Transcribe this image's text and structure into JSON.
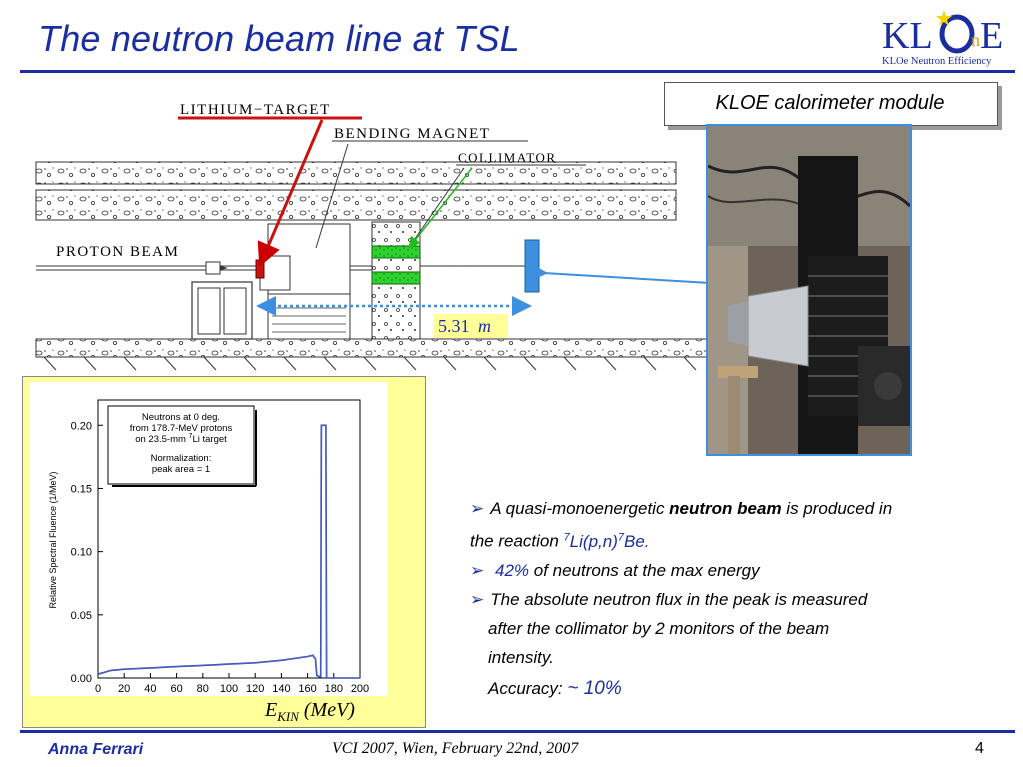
{
  "slide": {
    "title": "The neutron beam line at TSL",
    "page_number": "4",
    "footer_author": "Anna Ferrari",
    "footer_conference": "VCI 2007, Wien, February 22nd, 2007",
    "accent_color": "#1a2ea0"
  },
  "logo": {
    "text_kl": "KL",
    "text_e": "E",
    "text_n": "n",
    "subtitle": "KLOe Neutron Efficiency"
  },
  "schematic": {
    "label_target": "LITHIUM−TARGET",
    "label_magnet": "BENDING  MAGNET",
    "label_collimator": "COLLIMATOR",
    "label_proton": "PROTON  BEAM",
    "distance_value": "5.31",
    "distance_unit": "m"
  },
  "module_label": "KLOE calorimeter module",
  "chart_data": {
    "type": "line",
    "ylabel": "Relative Spectral Fluence (1/MeV)",
    "xlabel": "E_KIN (MeV)",
    "xlabel_main": "E",
    "xlabel_sub": "KIN",
    "xlabel_unit": "(MeV)",
    "xlim": [
      0,
      200
    ],
    "ylim": [
      0,
      0.22
    ],
    "x_ticks": [
      "0",
      "20",
      "40",
      "60",
      "80",
      "100",
      "120",
      "140",
      "160",
      "180",
      "200"
    ],
    "y_ticks": [
      "0.00",
      "0.05",
      "0.10",
      "0.15",
      "0.20"
    ],
    "annotation": {
      "line1": "Neutrons at 0 deg.",
      "line2": "from 178.7-MeV protons",
      "line3_pre": "on 23.5-mm ",
      "line3_sup": "7",
      "line3_post": "Li target",
      "line4": "Normalization:",
      "line5": "peak area = 1"
    },
    "x": [
      0,
      10,
      20,
      40,
      60,
      80,
      100,
      120,
      140,
      160,
      164,
      166,
      167,
      169,
      170,
      170.5,
      174,
      174.5,
      175,
      200
    ],
    "y": [
      0.003,
      0.006,
      0.007,
      0.008,
      0.009,
      0.01,
      0.011,
      0.012,
      0.014,
      0.017,
      0.018,
      0.015,
      0.002,
      0.001,
      0.001,
      0.2,
      0.2,
      0.0,
      0.0,
      0.0
    ]
  },
  "bullets": {
    "b1_pre": "A quasi-monoenergetic ",
    "b1_bold": "neutron beam",
    "b1_post": " is produced in",
    "b1_line2_pre": "the reaction ",
    "b1_reaction_sup1": "7",
    "b1_reaction": "Li(p,n)",
    "b1_reaction_sup2": "7",
    "b1_reaction_end": "Be.",
    "b2_highlight": "42%",
    "b2_text": " of neutrons at the max energy",
    "b3_line1": "The absolute neutron flux in the peak is measured",
    "b3_line2": " after the collimator  by 2 monitors of the beam",
    "b3_line3": "intensity.",
    "accuracy_label": "Accuracy: ",
    "accuracy_value": "~ 10%"
  }
}
